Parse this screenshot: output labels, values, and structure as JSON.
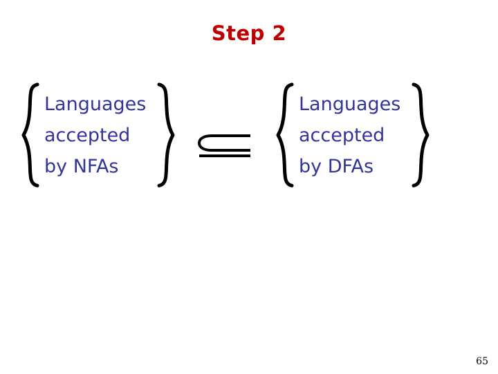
{
  "slide": {
    "title": "Step 2",
    "title_color": "#c00000",
    "background_color": "#ffffff",
    "page_number": "65"
  },
  "relation": {
    "symbol": "⊆",
    "name": "subset-or-equal",
    "color": "#000000"
  },
  "groups": [
    {
      "id": "nfa-languages",
      "text_color": "#333399",
      "brace_color": "#000000",
      "lines": [
        "Languages",
        "accepted",
        "by NFAs"
      ]
    },
    {
      "id": "dfa-languages",
      "text_color": "#333399",
      "brace_color": "#000000",
      "lines": [
        "Languages",
        "accepted",
        "by DFAs"
      ]
    }
  ]
}
